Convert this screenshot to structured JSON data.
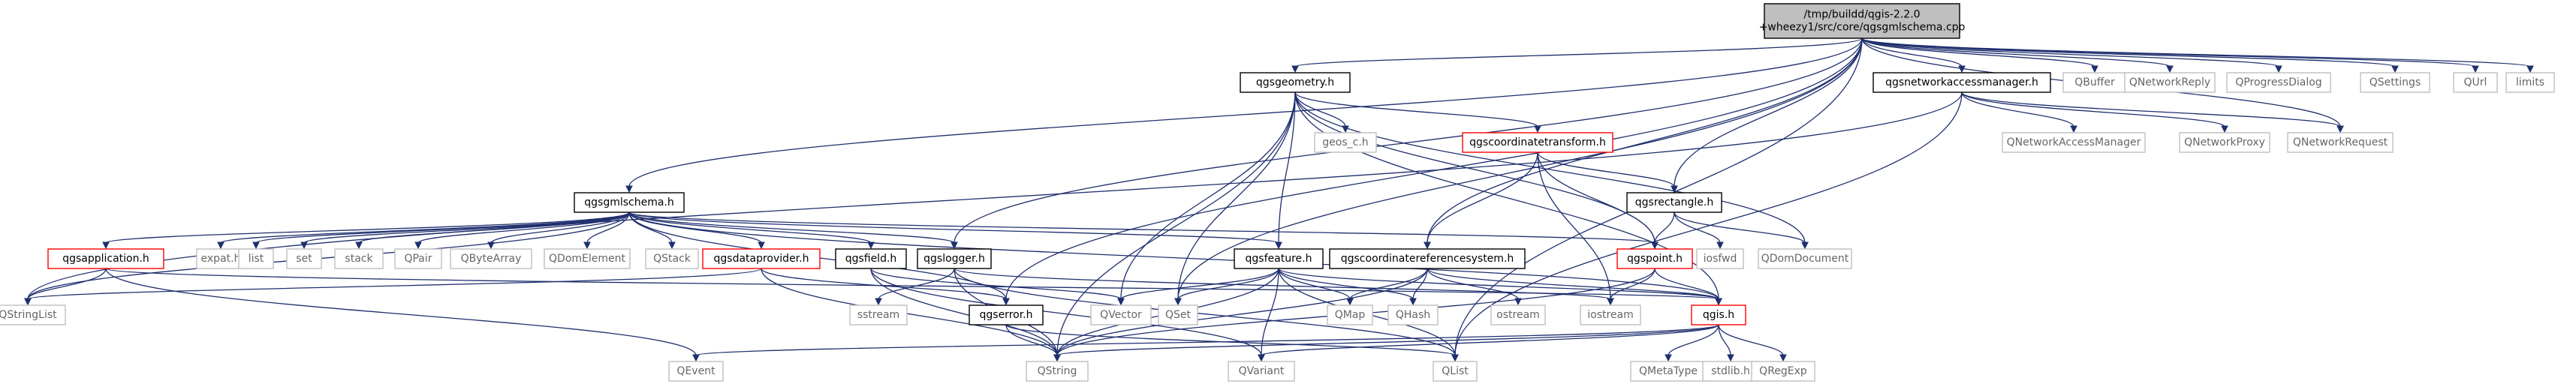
{
  "colors": {
    "normal": "#000000",
    "highlight": "#ff0000",
    "external": "#bfbfbf",
    "root_fill": "#bfbfbf",
    "edge": "#1f2f6e",
    "text": "#000000",
    "external_text": "#666666"
  },
  "nodes": [
    {
      "id": "root",
      "lines": [
        "/tmp/buildd/qgis-2.2.0",
        "+wheezy1/src/core/qgsgmlschema.cpp"
      ],
      "style": "root"
    },
    {
      "id": "qgsgeometry",
      "lines": [
        "qgsgeometry.h"
      ],
      "style": "normal"
    },
    {
      "id": "qgsnetworkaccessmanager",
      "lines": [
        "qgsnetworkaccessmanager.h"
      ],
      "style": "normal"
    },
    {
      "id": "qbuffer",
      "lines": [
        "QBuffer"
      ],
      "style": "external"
    },
    {
      "id": "qnetworkreply",
      "lines": [
        "QNetworkReply"
      ],
      "style": "external"
    },
    {
      "id": "qprogressdialog",
      "lines": [
        "QProgressDialog"
      ],
      "style": "external"
    },
    {
      "id": "qsettings",
      "lines": [
        "QSettings"
      ],
      "style": "external"
    },
    {
      "id": "qurl",
      "lines": [
        "QUrl"
      ],
      "style": "external"
    },
    {
      "id": "limits",
      "lines": [
        "limits"
      ],
      "style": "external"
    },
    {
      "id": "geos_c",
      "lines": [
        "geos_c.h"
      ],
      "style": "external"
    },
    {
      "id": "qgscoordinatetransform",
      "lines": [
        "qgscoordinatetransform.h"
      ],
      "style": "highlight"
    },
    {
      "id": "qnetworkaccessmanager",
      "lines": [
        "QNetworkAccessManager"
      ],
      "style": "external"
    },
    {
      "id": "qnetworkproxy",
      "lines": [
        "QNetworkProxy"
      ],
      "style": "external"
    },
    {
      "id": "qnetworkrequest",
      "lines": [
        "QNetworkRequest"
      ],
      "style": "external"
    },
    {
      "id": "qgsgmlschema",
      "lines": [
        "qgsgmlschema.h"
      ],
      "style": "normal"
    },
    {
      "id": "qgsrectangle",
      "lines": [
        "qgsrectangle.h"
      ],
      "style": "normal"
    },
    {
      "id": "qgsapplication",
      "lines": [
        "qgsapplication.h"
      ],
      "style": "highlight"
    },
    {
      "id": "expat",
      "lines": [
        "expat.h"
      ],
      "style": "external"
    },
    {
      "id": "list",
      "lines": [
        "list"
      ],
      "style": "external"
    },
    {
      "id": "set",
      "lines": [
        "set"
      ],
      "style": "external"
    },
    {
      "id": "stack",
      "lines": [
        "stack"
      ],
      "style": "external"
    },
    {
      "id": "qpair",
      "lines": [
        "QPair"
      ],
      "style": "external"
    },
    {
      "id": "qbytearray",
      "lines": [
        "QByteArray"
      ],
      "style": "external"
    },
    {
      "id": "qdomelement",
      "lines": [
        "QDomElement"
      ],
      "style": "external"
    },
    {
      "id": "qstack",
      "lines": [
        "QStack"
      ],
      "style": "external"
    },
    {
      "id": "qgsdataprovider",
      "lines": [
        "qgsdataprovider.h"
      ],
      "style": "highlight"
    },
    {
      "id": "qgsfield",
      "lines": [
        "qgsfield.h"
      ],
      "style": "normal"
    },
    {
      "id": "qgslogger",
      "lines": [
        "qgslogger.h"
      ],
      "style": "normal"
    },
    {
      "id": "qgsfeature",
      "lines": [
        "qgsfeature.h"
      ],
      "style": "normal"
    },
    {
      "id": "qgscoordinatereferencesystem",
      "lines": [
        "qgscoordinatereferencesystem.h"
      ],
      "style": "normal"
    },
    {
      "id": "qgspoint",
      "lines": [
        "qgspoint.h"
      ],
      "style": "highlight"
    },
    {
      "id": "iosfwd",
      "lines": [
        "iosfwd"
      ],
      "style": "external"
    },
    {
      "id": "qdomdocument",
      "lines": [
        "QDomDocument"
      ],
      "style": "external"
    },
    {
      "id": "qstringlist",
      "lines": [
        "QStringList"
      ],
      "style": "external"
    },
    {
      "id": "sstream",
      "lines": [
        "sstream"
      ],
      "style": "external"
    },
    {
      "id": "qgserror",
      "lines": [
        "qgserror.h"
      ],
      "style": "normal"
    },
    {
      "id": "qvector",
      "lines": [
        "QVector"
      ],
      "style": "external"
    },
    {
      "id": "qset",
      "lines": [
        "QSet"
      ],
      "style": "external"
    },
    {
      "id": "qmap",
      "lines": [
        "QMap"
      ],
      "style": "external"
    },
    {
      "id": "qhash",
      "lines": [
        "QHash"
      ],
      "style": "external"
    },
    {
      "id": "ostream",
      "lines": [
        "ostream"
      ],
      "style": "external"
    },
    {
      "id": "iostream",
      "lines": [
        "iostream"
      ],
      "style": "external"
    },
    {
      "id": "qgis",
      "lines": [
        "qgis.h"
      ],
      "style": "highlight"
    },
    {
      "id": "qevent",
      "lines": [
        "QEvent"
      ],
      "style": "external"
    },
    {
      "id": "qstring",
      "lines": [
        "QString"
      ],
      "style": "external"
    },
    {
      "id": "qvariant",
      "lines": [
        "QVariant"
      ],
      "style": "external"
    },
    {
      "id": "qlist",
      "lines": [
        "QList"
      ],
      "style": "external"
    },
    {
      "id": "qmetatype",
      "lines": [
        "QMetaType"
      ],
      "style": "external"
    },
    {
      "id": "stdlib",
      "lines": [
        "stdlib.h"
      ],
      "style": "external"
    },
    {
      "id": "qregexp",
      "lines": [
        "QRegExp"
      ],
      "style": "external"
    }
  ],
  "edges": [
    [
      "root",
      "qgsgeometry"
    ],
    [
      "root",
      "qgsnetworkaccessmanager"
    ],
    [
      "root",
      "qbuffer"
    ],
    [
      "root",
      "qnetworkreply"
    ],
    [
      "root",
      "qprogressdialog"
    ],
    [
      "root",
      "qsettings"
    ],
    [
      "root",
      "qurl"
    ],
    [
      "root",
      "limits"
    ],
    [
      "root",
      "qgsgmlschema"
    ],
    [
      "root",
      "qgslogger"
    ],
    [
      "root",
      "qgscoordinatereferencesystem"
    ],
    [
      "root",
      "qgsrectangle"
    ],
    [
      "root",
      "qset"
    ],
    [
      "root",
      "qgserror"
    ],
    [
      "root",
      "qnetworkrequest"
    ],
    [
      "root",
      "qlist"
    ],
    [
      "qgsgeometry",
      "geos_c"
    ],
    [
      "qgsgeometry",
      "qgscoordinatetransform"
    ],
    [
      "qgsgeometry",
      "qgsfeature"
    ],
    [
      "qgsgeometry",
      "qgspoint"
    ],
    [
      "qgsgeometry",
      "qdomdocument"
    ],
    [
      "qgsgeometry",
      "qstring"
    ],
    [
      "qgsgeometry",
      "qvector"
    ],
    [
      "qgsgeometry",
      "qset"
    ],
    [
      "qgsgeometry",
      "qgis"
    ],
    [
      "qgsnetworkaccessmanager",
      "qnetworkaccessmanager"
    ],
    [
      "qgsnetworkaccessmanager",
      "qnetworkproxy"
    ],
    [
      "qgsnetworkaccessmanager",
      "qnetworkrequest"
    ],
    [
      "qgsnetworkaccessmanager",
      "qstringlist"
    ],
    [
      "qgsnetworkaccessmanager",
      "qlist"
    ],
    [
      "qgscoordinatetransform",
      "qgsrectangle"
    ],
    [
      "qgscoordinatetransform",
      "qgscoordinatereferencesystem"
    ],
    [
      "qgscoordinatetransform",
      "qgspoint"
    ],
    [
      "qgscoordinatetransform",
      "iostream"
    ],
    [
      "qgsrectangle",
      "iosfwd"
    ],
    [
      "qgsrectangle",
      "qdomdocument"
    ],
    [
      "qgsrectangle",
      "qgspoint"
    ],
    [
      "qgsgmlschema",
      "qgsapplication"
    ],
    [
      "qgsgmlschema",
      "expat"
    ],
    [
      "qgsgmlschema",
      "list"
    ],
    [
      "qgsgmlschema",
      "set"
    ],
    [
      "qgsgmlschema",
      "stack"
    ],
    [
      "qgsgmlschema",
      "qpair"
    ],
    [
      "qgsgmlschema",
      "qbytearray"
    ],
    [
      "qgsgmlschema",
      "qdomelement"
    ],
    [
      "qgsgmlschema",
      "qstack"
    ],
    [
      "qgsgmlschema",
      "qgsdataprovider"
    ],
    [
      "qgsgmlschema",
      "qgsfield"
    ],
    [
      "qgsgmlschema",
      "qgslogger"
    ],
    [
      "qgsgmlschema",
      "qgsfeature"
    ],
    [
      "qgsgmlschema",
      "qgspoint"
    ],
    [
      "qgsgmlschema",
      "qstringlist"
    ],
    [
      "qgsgmlschema",
      "qgserror"
    ],
    [
      "qgsgmlschema",
      "qgis"
    ],
    [
      "qgsapplication",
      "qstringlist"
    ],
    [
      "qgsapplication",
      "qevent"
    ],
    [
      "qgsapplication",
      "qgis"
    ],
    [
      "qgsdataprovider",
      "qgserror"
    ],
    [
      "qgsdataprovider",
      "qstring"
    ],
    [
      "qgsdataprovider",
      "qstringlist"
    ],
    [
      "qgsfield",
      "qstring"
    ],
    [
      "qgsfield",
      "qvariant"
    ],
    [
      "qgsfield",
      "qvector"
    ],
    [
      "qgslogger",
      "iostream"
    ],
    [
      "qgslogger",
      "sstream"
    ],
    [
      "qgslogger",
      "qstring"
    ],
    [
      "qgslogger",
      "qlist"
    ],
    [
      "qgsfeature",
      "qmap"
    ],
    [
      "qgsfeature",
      "qstring"
    ],
    [
      "qgsfeature",
      "qvariant"
    ],
    [
      "qgsfeature",
      "qlist"
    ],
    [
      "qgsfeature",
      "qhash"
    ],
    [
      "qgsfeature",
      "qvector"
    ],
    [
      "qgsfeature",
      "qset"
    ],
    [
      "qgsfeature",
      "qgis"
    ],
    [
      "qgscoordinatereferencesystem",
      "ostream"
    ],
    [
      "qgscoordinatereferencesystem",
      "qstring"
    ],
    [
      "qgscoordinatereferencesystem",
      "qmap"
    ],
    [
      "qgscoordinatereferencesystem",
      "qhash"
    ],
    [
      "qgscoordinatereferencesystem",
      "qgis"
    ],
    [
      "qgspoint",
      "iostream"
    ],
    [
      "qgspoint",
      "qstring"
    ],
    [
      "qgspoint",
      "qgis"
    ],
    [
      "qgserror",
      "qstring"
    ],
    [
      "qgserror",
      "qlist"
    ],
    [
      "qgis",
      "qevent"
    ],
    [
      "qgis",
      "qstring"
    ],
    [
      "qgis",
      "qregexp"
    ],
    [
      "qgis",
      "qmetatype"
    ],
    [
      "qgis",
      "stdlib"
    ],
    [
      "qgis",
      "qvariant"
    ]
  ]
}
